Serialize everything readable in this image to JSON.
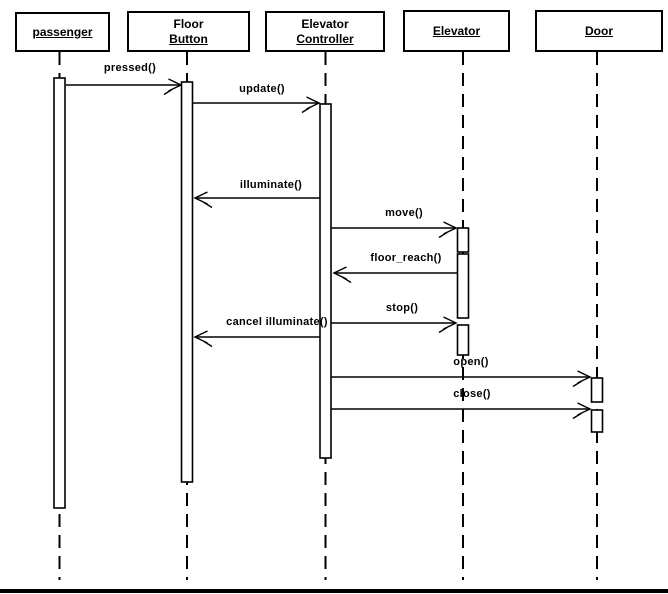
{
  "diagram": {
    "type": "uml-sequence-diagram",
    "subject": "elevator call sequence",
    "colors": {
      "ink": "#000000",
      "background": "#ffffff"
    },
    "participants": [
      {
        "id": "passenger",
        "name": "passenger"
      },
      {
        "id": "floor-button",
        "name_line1": "Floor",
        "name_line2": "Button"
      },
      {
        "id": "elevator-controller",
        "name_line1": "Elevator",
        "name_line2": "Controller"
      },
      {
        "id": "elevator",
        "name": "Elevator"
      },
      {
        "id": "door",
        "name": "Door"
      }
    ],
    "messages": [
      {
        "label": "pressed()",
        "from": "passenger",
        "to": "floor-button"
      },
      {
        "label": "update()",
        "from": "floor-button",
        "to": "elevator-controller"
      },
      {
        "label": "illuminate()",
        "from": "elevator-controller",
        "to": "floor-button"
      },
      {
        "label": "move()",
        "from": "elevator-controller",
        "to": "elevator"
      },
      {
        "label": "floor_reach()",
        "from": "elevator",
        "to": "elevator-controller"
      },
      {
        "label": "stop()",
        "from": "elevator-controller",
        "to": "elevator"
      },
      {
        "label": "cancel illuminate()",
        "from": "elevator-controller",
        "to": "floor-button"
      },
      {
        "label": "open()",
        "from": "elevator-controller",
        "to": "door"
      },
      {
        "label": "close()",
        "from": "elevator-controller",
        "to": "door"
      }
    ]
  }
}
